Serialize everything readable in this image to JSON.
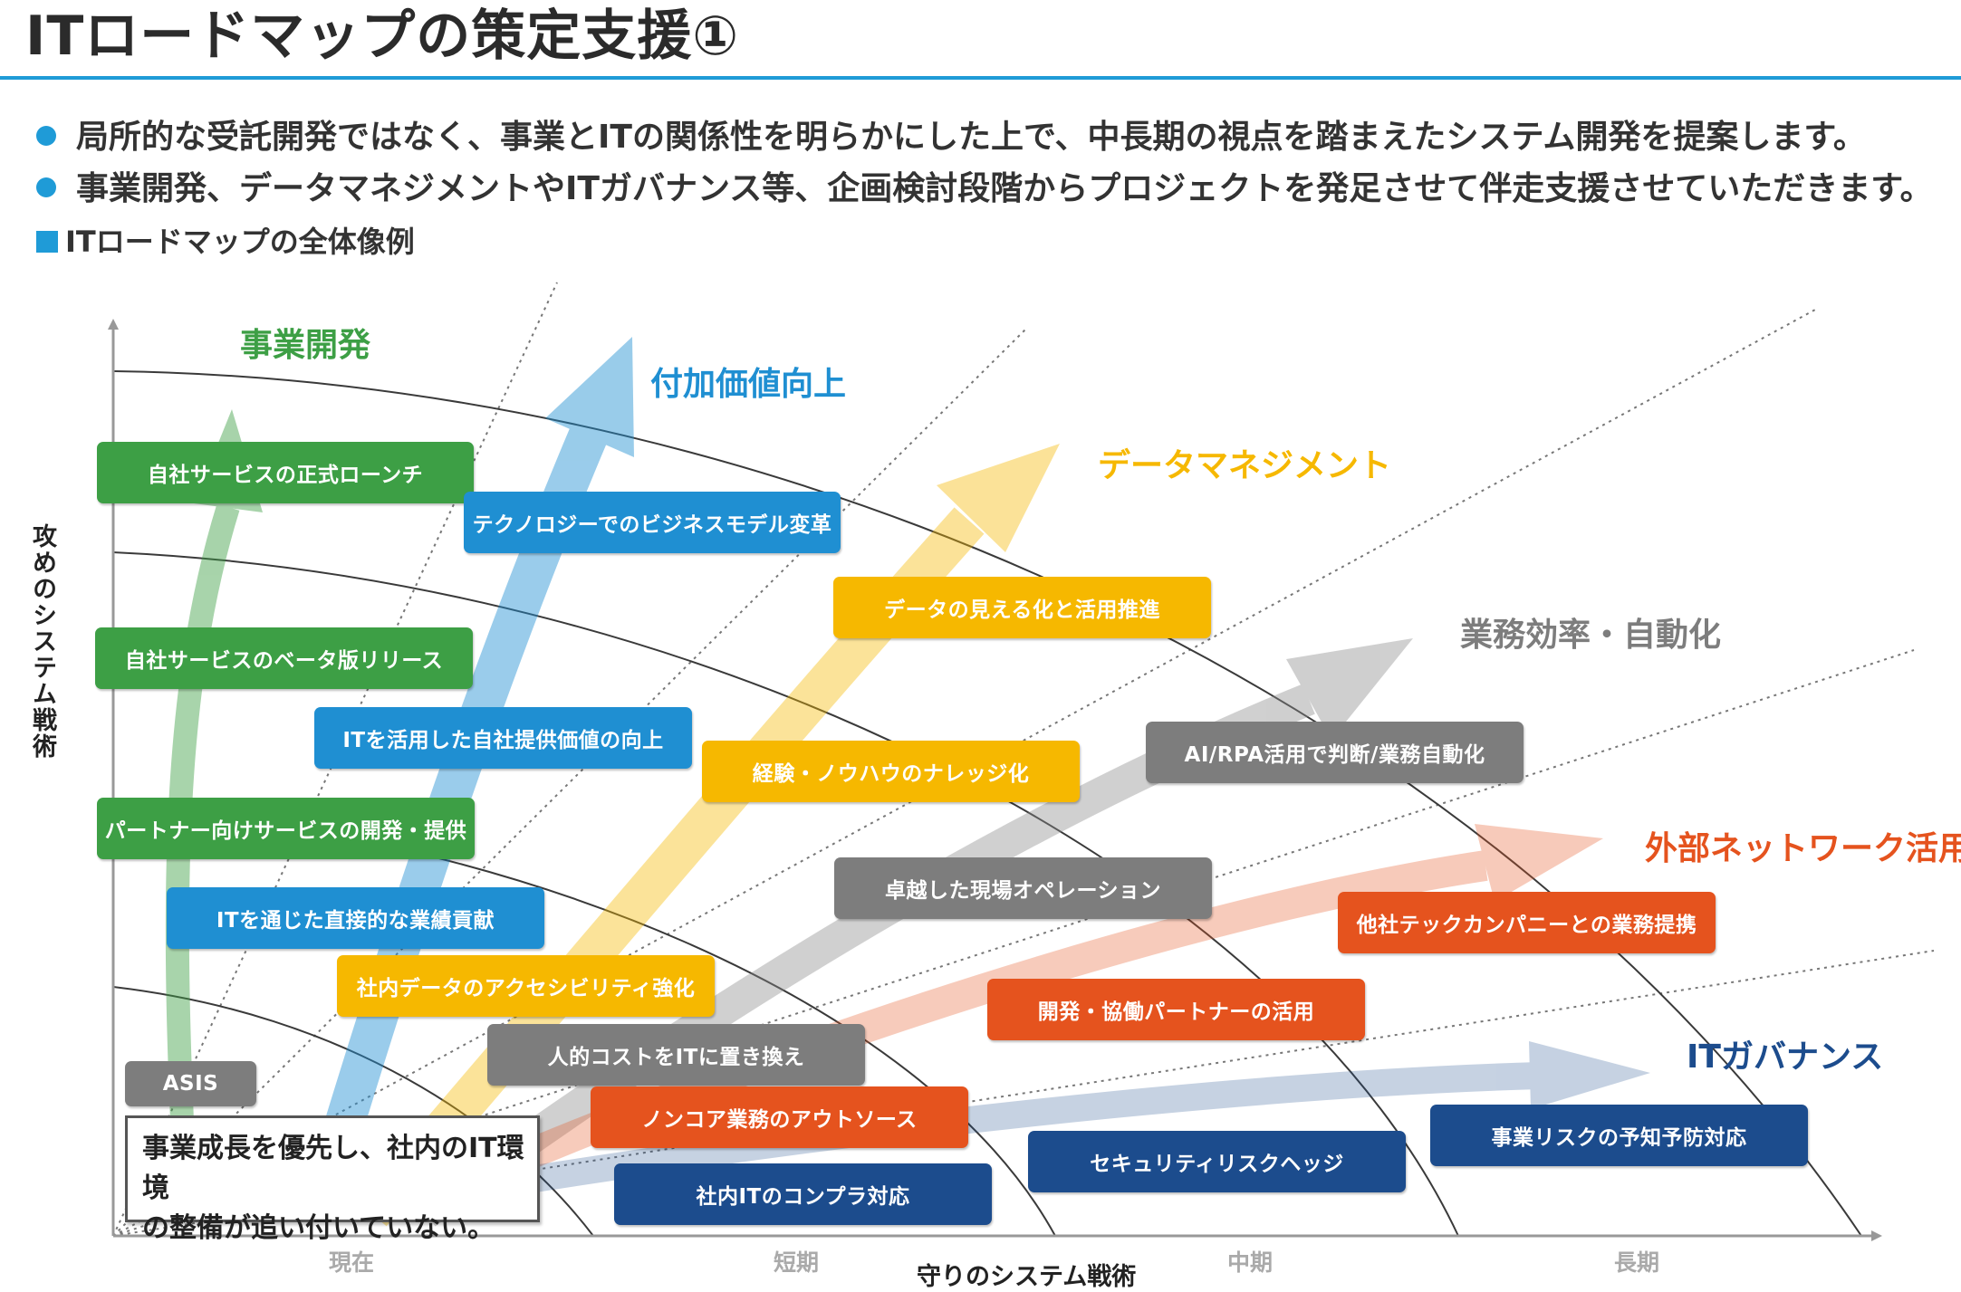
{
  "title": "ITロードマップの策定支援①",
  "bullets": [
    "局所的な受託開発ではなく、事業とITの関係性を明らかにした上で、中長期の視点を踏まえたシステム開発を提案します。",
    "事業開発、データマネジメントやITガバナンス等、企画検討段階からプロジェクトを発足させて伴走支援させていただきます。"
  ],
  "subheading": "ITロードマップの全体像例",
  "axes": {
    "y_label": "攻めのシステム戦術",
    "x_label": "守りのシステム戦術",
    "x_ticks": [
      "現在",
      "短期",
      "中期",
      "長期"
    ]
  },
  "categories": {
    "business_dev": "事業開発",
    "value_add": "付加価値向上",
    "data_mgmt": "データマネジメント",
    "efficiency": "業務効率・自動化",
    "external": "外部ネットワーク活用",
    "governance": "ITガバナンス"
  },
  "asis": {
    "label": "ASIS",
    "note_line1": "事業成長を優先し、社内のIT環境",
    "note_line2": "の整備が追い付いていない。"
  },
  "items": {
    "g1": "自社サービスの正式ローンチ",
    "g2": "自社サービスのベータ版リリース",
    "g3": "パートナー向けサービスの開発・提供",
    "b1": "テクノロジーでのビジネスモデル変革",
    "b2": "ITを活用した自社提供価値の向上",
    "b3": "ITを通じた直接的な業績貢献",
    "y1": "データの見える化と活用推進",
    "y2": "経験・ノウハウのナレッジ化",
    "y3": "社内データのアクセシビリティ強化",
    "gr1": "AI/RPA活用で判断/業務自動化",
    "gr2": "卓越した現場オペレーション",
    "gr3": "人的コストをITに置き換え",
    "o1": "他社テックカンパニーとの業務提携",
    "o2": "開発・協働パートナーの活用",
    "o3": "ノンコア業務のアウトソース",
    "n1": "事業リスクの予知予防対応",
    "n2": "セキュリティリスクヘッジ",
    "n3": "社内ITのコンプラ対応"
  },
  "colors": {
    "accent": "#1f9bd7",
    "green": "#3d9f45",
    "blue": "#1f8fd2",
    "yellow": "#f6b800",
    "gray": "#7d7d7d",
    "orange": "#e5531e",
    "navy": "#1c4c8d"
  }
}
